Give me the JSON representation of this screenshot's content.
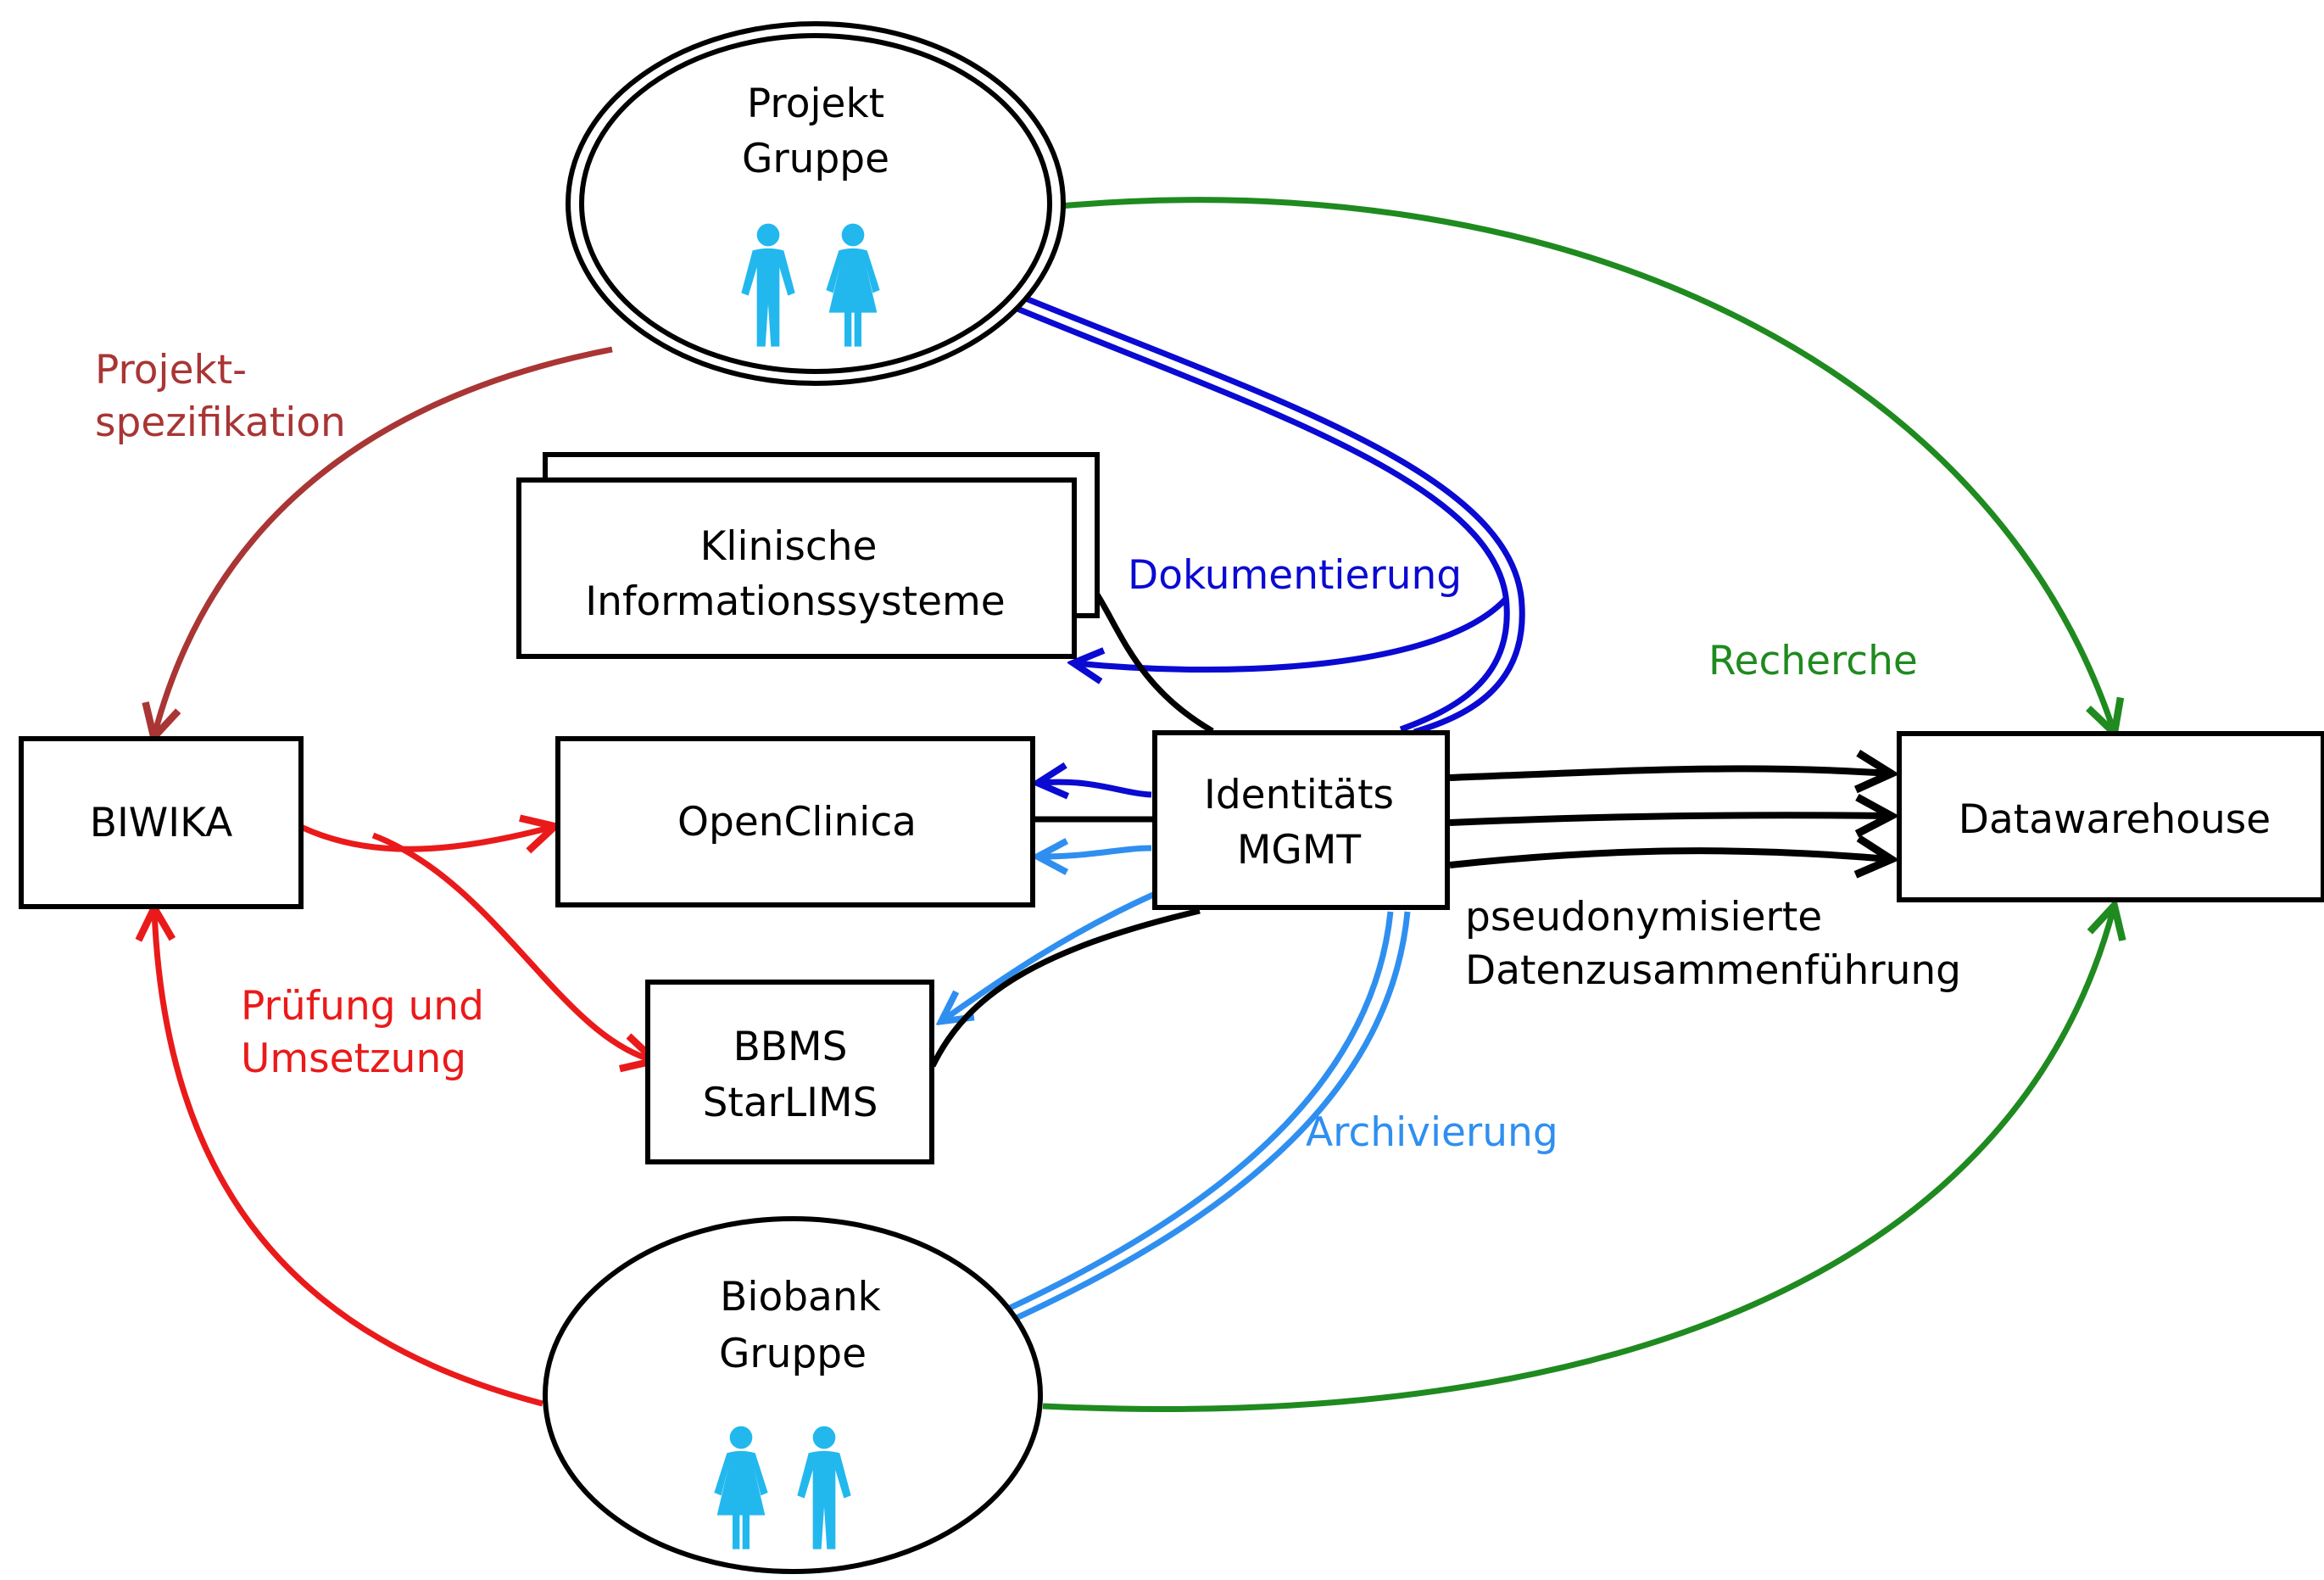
{
  "nodes": {
    "projekt_gruppe": {
      "line1": "Projekt",
      "line2": "Gruppe"
    },
    "biobank_gruppe": {
      "line1": "Biobank",
      "line2": "Gruppe"
    },
    "klinische": {
      "line1": "Klinische",
      "line2": "Informationssysteme"
    },
    "biwika": {
      "label": "BIWIKA"
    },
    "openclinica": {
      "label": "OpenClinica"
    },
    "identitaets": {
      "line1": "Identitäts",
      "line2": "MGMT"
    },
    "bbms": {
      "line1": "BBMS",
      "line2": "StarLIMS"
    },
    "datawarehouse": {
      "label": "Datawarehouse"
    }
  },
  "edges": {
    "projektspezifikation": {
      "line1": "Projekt-",
      "line2": "spezifikation"
    },
    "dokumentierung": {
      "label": "Dokumentierung"
    },
    "recherche": {
      "label": "Recherche"
    },
    "pruefung": {
      "line1": "Prüfung und",
      "line2": "Umsetzung"
    },
    "pseudonym": {
      "line1": "pseudonymisierte",
      "line2": "Datenzusammenführung"
    },
    "archivierung": {
      "label": "Archivierung"
    }
  },
  "colors": {
    "projektspezifikation": "#a93535",
    "dokumentierung": "#0a0ad2",
    "recherche": "#1f8a1f",
    "pruefung": "#ea1a1a",
    "archivierung": "#2f8ff0",
    "people": "#22b8ee",
    "black": "#000000"
  },
  "icons": [
    "people-icon"
  ]
}
